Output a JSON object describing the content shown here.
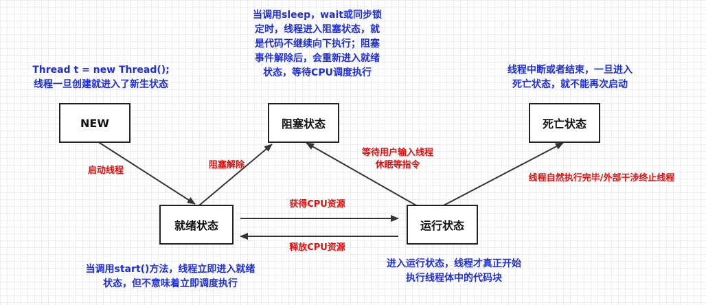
{
  "colors": {
    "note_text": "#1f2fd6",
    "edge_label_text": "#e01010",
    "arrow": "#333333",
    "box_border": "#222222"
  },
  "states": {
    "new": "NEW",
    "blocked": "阻塞状态",
    "dead": "死亡状态",
    "ready": "就绪状态",
    "running": "运行状态"
  },
  "notes": {
    "new_note": [
      "Thread t = new Thread();",
      "线程一旦创建就进入了新生状态"
    ],
    "blocked_note": [
      "当调用sleep，wait或同步锁",
      "定时，线程进入阻塞状态，就",
      "是代码不继续向下执行；阻塞",
      "事件解除后，会重新进入就绪",
      "状态，等待CPU调度执行"
    ],
    "dead_note": [
      "线程中断或者结束，一旦进入",
      "死亡状态，就不能再次启动"
    ],
    "ready_note": [
      "当调用start()方法，线程立即进入就绪",
      "状态，但不意味着立即调度执行"
    ],
    "running_note": [
      "进入运行状态，线程才真正开始",
      "执行线程体中的代码块"
    ]
  },
  "edges": {
    "start_thread": "启动线程",
    "unblock": "阻塞解除",
    "wait_input": [
      "等待用户输入线程",
      "休眠等指令"
    ],
    "finish": "线程自然执行完毕/外部干涉终止线程",
    "get_cpu": "获得CPU资源",
    "release_cpu": "释放CPU资源"
  }
}
